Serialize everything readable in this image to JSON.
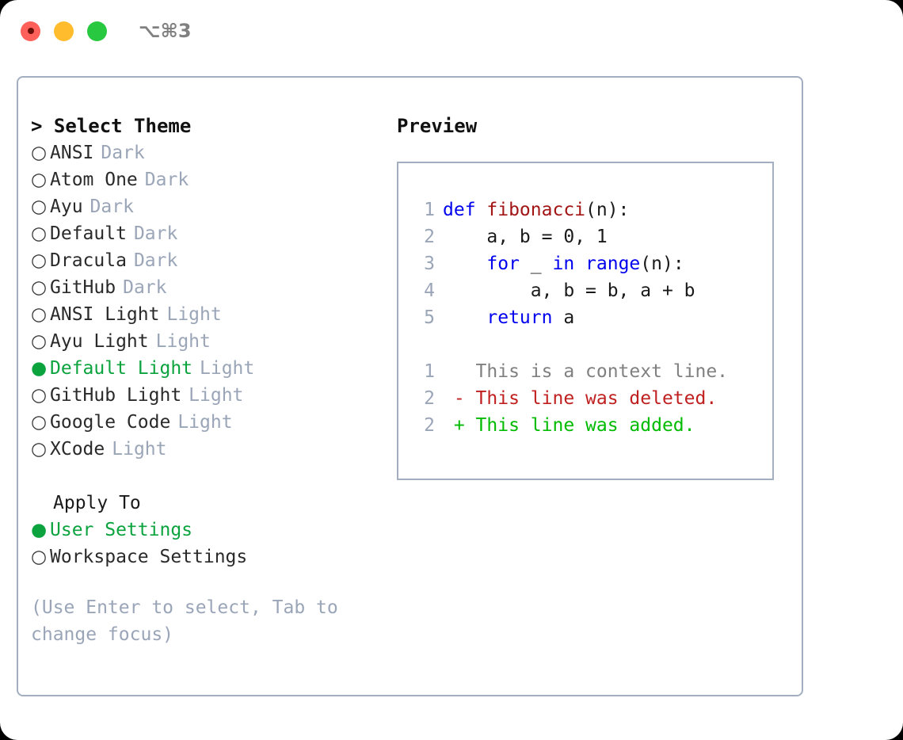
{
  "titlebar": {
    "shortcut": "⌥⌘3",
    "lights": [
      {
        "name": "close",
        "color": "#ff6059",
        "has_dot": true
      },
      {
        "name": "minimize",
        "color": "#ffbd2e",
        "has_dot": false
      },
      {
        "name": "maximize",
        "color": "#28c840",
        "has_dot": false
      }
    ]
  },
  "theme_picker": {
    "header": "> Select Theme",
    "marker_selected": "●",
    "marker_unselected": "○",
    "items": [
      {
        "name": "ANSI",
        "category": "Dark",
        "selected": false
      },
      {
        "name": "Atom One",
        "category": "Dark",
        "selected": false
      },
      {
        "name": "Ayu",
        "category": "Dark",
        "selected": false
      },
      {
        "name": "Default",
        "category": "Dark",
        "selected": false
      },
      {
        "name": "Dracula",
        "category": "Dark",
        "selected": false
      },
      {
        "name": "GitHub",
        "category": "Dark",
        "selected": false
      },
      {
        "name": "ANSI Light",
        "category": "Light",
        "selected": false
      },
      {
        "name": "Ayu Light",
        "category": "Light",
        "selected": false
      },
      {
        "name": "Default Light",
        "category": "Light",
        "selected": true
      },
      {
        "name": "GitHub Light",
        "category": "Light",
        "selected": false
      },
      {
        "name": "Google Code",
        "category": "Light",
        "selected": false
      },
      {
        "name": "XCode",
        "category": "Light",
        "selected": false
      }
    ]
  },
  "apply_to": {
    "label": "Apply To",
    "options": [
      {
        "name": "User Settings",
        "selected": true
      },
      {
        "name": "Workspace Settings",
        "selected": false
      }
    ]
  },
  "hint": "(Use Enter to select, Tab to change focus)",
  "preview": {
    "title": "Preview",
    "code_lines": [
      {
        "no": "1",
        "tokens": [
          {
            "t": "def ",
            "c": "kw"
          },
          {
            "t": "fibonacci",
            "c": "fn"
          },
          {
            "t": "(n):",
            "c": "txt"
          }
        ]
      },
      {
        "no": "2",
        "tokens": [
          {
            "t": "    a, b = 0, 1",
            "c": "txt"
          }
        ]
      },
      {
        "no": "3",
        "tokens": [
          {
            "t": "    ",
            "c": "txt"
          },
          {
            "t": "for",
            "c": "kw"
          },
          {
            "t": " _ ",
            "c": "txt"
          },
          {
            "t": "in",
            "c": "kw"
          },
          {
            "t": " ",
            "c": "txt"
          },
          {
            "t": "range",
            "c": "kw"
          },
          {
            "t": "(n):",
            "c": "txt"
          }
        ]
      },
      {
        "no": "4",
        "tokens": [
          {
            "t": "        a, b = b, a + b",
            "c": "txt"
          }
        ]
      },
      {
        "no": "5",
        "tokens": [
          {
            "t": "    ",
            "c": "txt"
          },
          {
            "t": "return",
            "c": "kw"
          },
          {
            "t": " a",
            "c": "txt"
          }
        ]
      }
    ],
    "diff_lines": [
      {
        "no": "1",
        "tokens": [
          {
            "t": "   This is a context line.",
            "c": "ctx"
          }
        ]
      },
      {
        "no": "2",
        "tokens": [
          {
            "t": " - This line was deleted.",
            "c": "del"
          }
        ]
      },
      {
        "no": "2",
        "tokens": [
          {
            "t": " + This line was added.",
            "c": "add"
          }
        ]
      }
    ]
  },
  "colors": {
    "accent_green": "#0ba33e",
    "muted_gray": "#9aa5b8",
    "border": "#a3aec0",
    "keyword_blue": "#0000ee",
    "function_red": "#a31515",
    "diff_deleted": "#c02020",
    "diff_added": "#00bb00",
    "context_gray": "#808080"
  }
}
